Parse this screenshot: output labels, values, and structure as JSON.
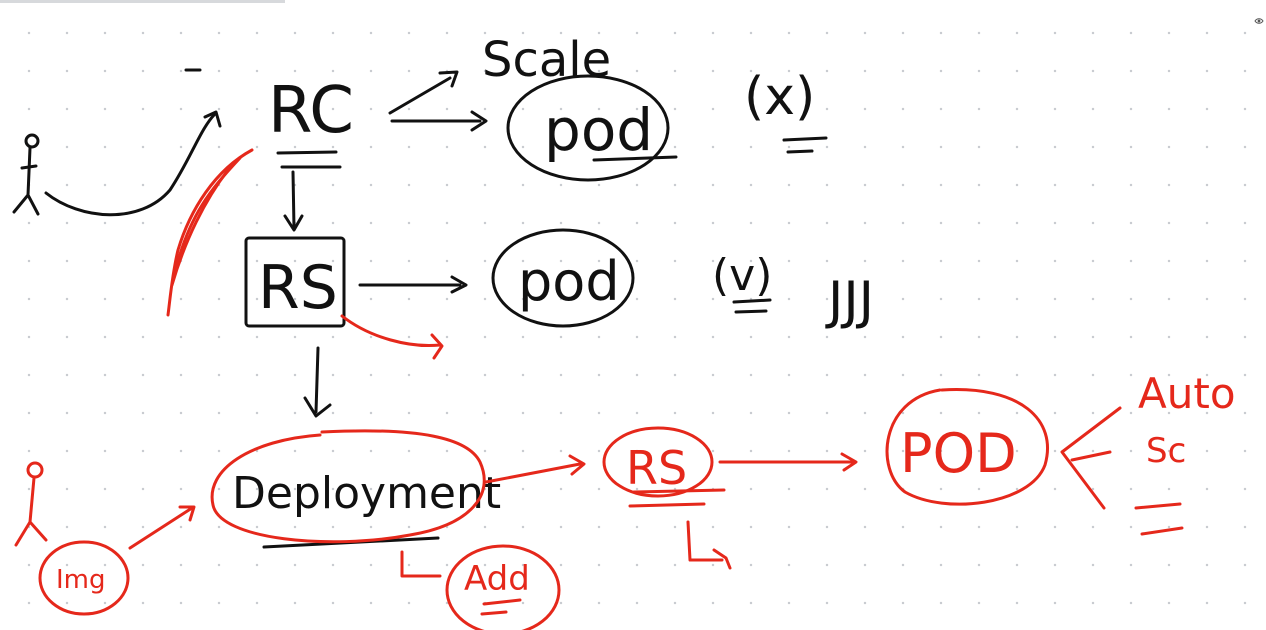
{
  "whiteboard": {
    "labels": {
      "scale": "Scale",
      "rc": "RC",
      "pod_top": "pod",
      "cross_mark": "(x)",
      "rs": "RS",
      "pod_middle": "pod",
      "check_mark": "(v)",
      "tick_marks": "JJJ",
      "deployment": "Deployment",
      "rs_red": "RS",
      "pod_red": "POD",
      "auto": "Auto",
      "auto_sc": "Sc",
      "img": "Img",
      "add": "Add"
    },
    "colors": {
      "black_ink": "#111111",
      "red_ink": "#e5281b",
      "background": "#ffffff",
      "grid_dot": "#c9ccd1"
    },
    "icons": [
      "stick-figure-icon",
      "eye-icon"
    ]
  }
}
